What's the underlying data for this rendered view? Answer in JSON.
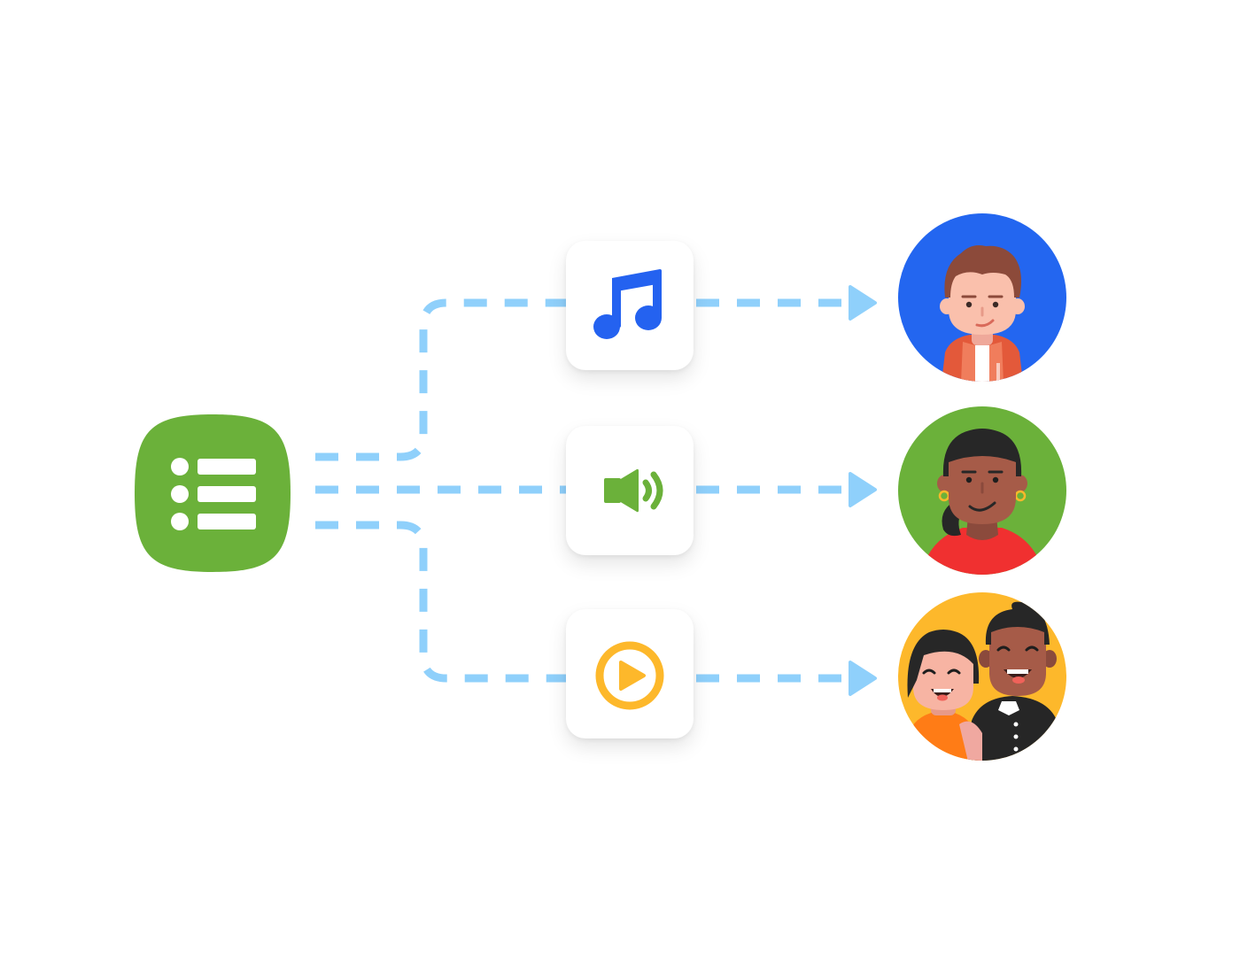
{
  "colors": {
    "connector": "#8fd0fb",
    "source_bg": "#6bb13a",
    "music": "#2462f0",
    "audio": "#6bb13a",
    "video": "#fdb82b",
    "avatar_blue": "#2366f0",
    "avatar_green": "#6bb13a",
    "avatar_yellow": "#fdb82b"
  },
  "source": {
    "icon": "list-icon"
  },
  "targets": [
    {
      "icon": "music-note-icon",
      "avatar": "young-man-avatar"
    },
    {
      "icon": "speaker-volume-icon",
      "avatar": "woman-with-earrings-avatar"
    },
    {
      "icon": "play-circle-icon",
      "avatar": "couple-laughing-avatar"
    }
  ]
}
